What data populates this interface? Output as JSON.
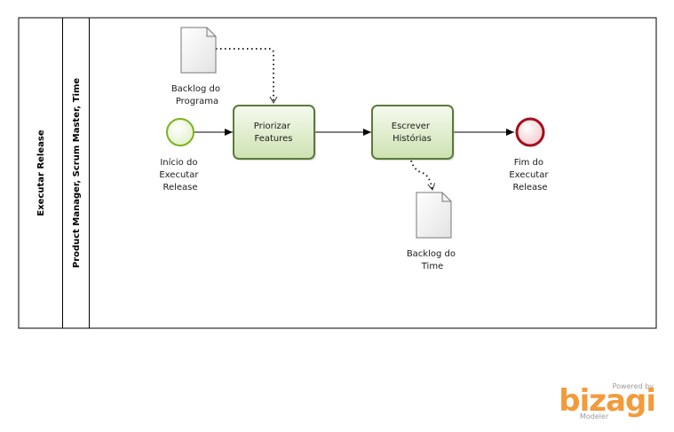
{
  "pool": {
    "title": "Executar Release"
  },
  "lane": {
    "title": "Product Manager, Scrum Master, Time"
  },
  "start_event": {
    "label_lines": [
      "Início do",
      "Executar",
      "Release"
    ]
  },
  "end_event": {
    "label_lines": [
      "Fim do",
      "Executar",
      "Release"
    ]
  },
  "tasks": [
    {
      "label_lines": [
        "Priorizar",
        "Features"
      ]
    },
    {
      "label_lines": [
        "Escrever",
        "Histórias"
      ]
    }
  ],
  "data_objects": [
    {
      "label_lines": [
        "Backlog do",
        "Programa"
      ]
    },
    {
      "label_lines": [
        "Backlog do",
        "Time"
      ]
    }
  ],
  "branding": {
    "powered": "Powered by",
    "name": "bizagi",
    "product": "Modeler"
  },
  "colors": {
    "task_fill_top": "#f4f9ec",
    "task_fill_bottom": "#cfe3b4",
    "task_border": "#5b7a3b",
    "start_stroke": "#7cb31b",
    "end_stroke": "#a40f1d",
    "brand": "#f39a3b"
  }
}
